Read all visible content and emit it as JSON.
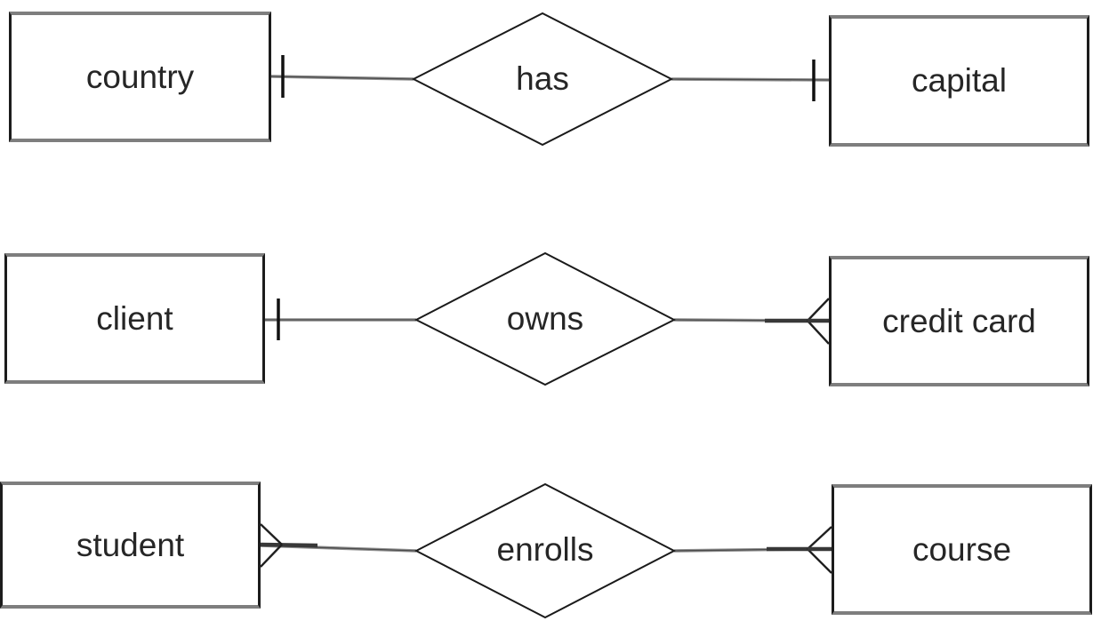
{
  "diagram": {
    "kind": "entity-relationship-diagram",
    "notation": "crow-foot-and-bar",
    "colors": {
      "background": "#ffffff",
      "box_border_horizontal": "#7e7e7e",
      "box_border_vertical": "#1c1c1c",
      "diamond_border": "#1a1a1a",
      "connector": "#8f8f8f",
      "connector_dark": "#383838",
      "cardinality_mark": "#111111",
      "text": "#262626"
    },
    "rows": [
      {
        "left_entity": {
          "label": "country"
        },
        "relationship": {
          "label": "has"
        },
        "right_entity": {
          "label": "capital"
        },
        "left_cardinality": "one",
        "right_cardinality": "one"
      },
      {
        "left_entity": {
          "label": "client"
        },
        "relationship": {
          "label": "owns"
        },
        "right_entity": {
          "label": "credit card"
        },
        "left_cardinality": "one",
        "right_cardinality": "many"
      },
      {
        "left_entity": {
          "label": "student"
        },
        "relationship": {
          "label": "enrolls"
        },
        "right_entity": {
          "label": "course"
        },
        "left_cardinality": "many",
        "right_cardinality": "many"
      }
    ]
  }
}
